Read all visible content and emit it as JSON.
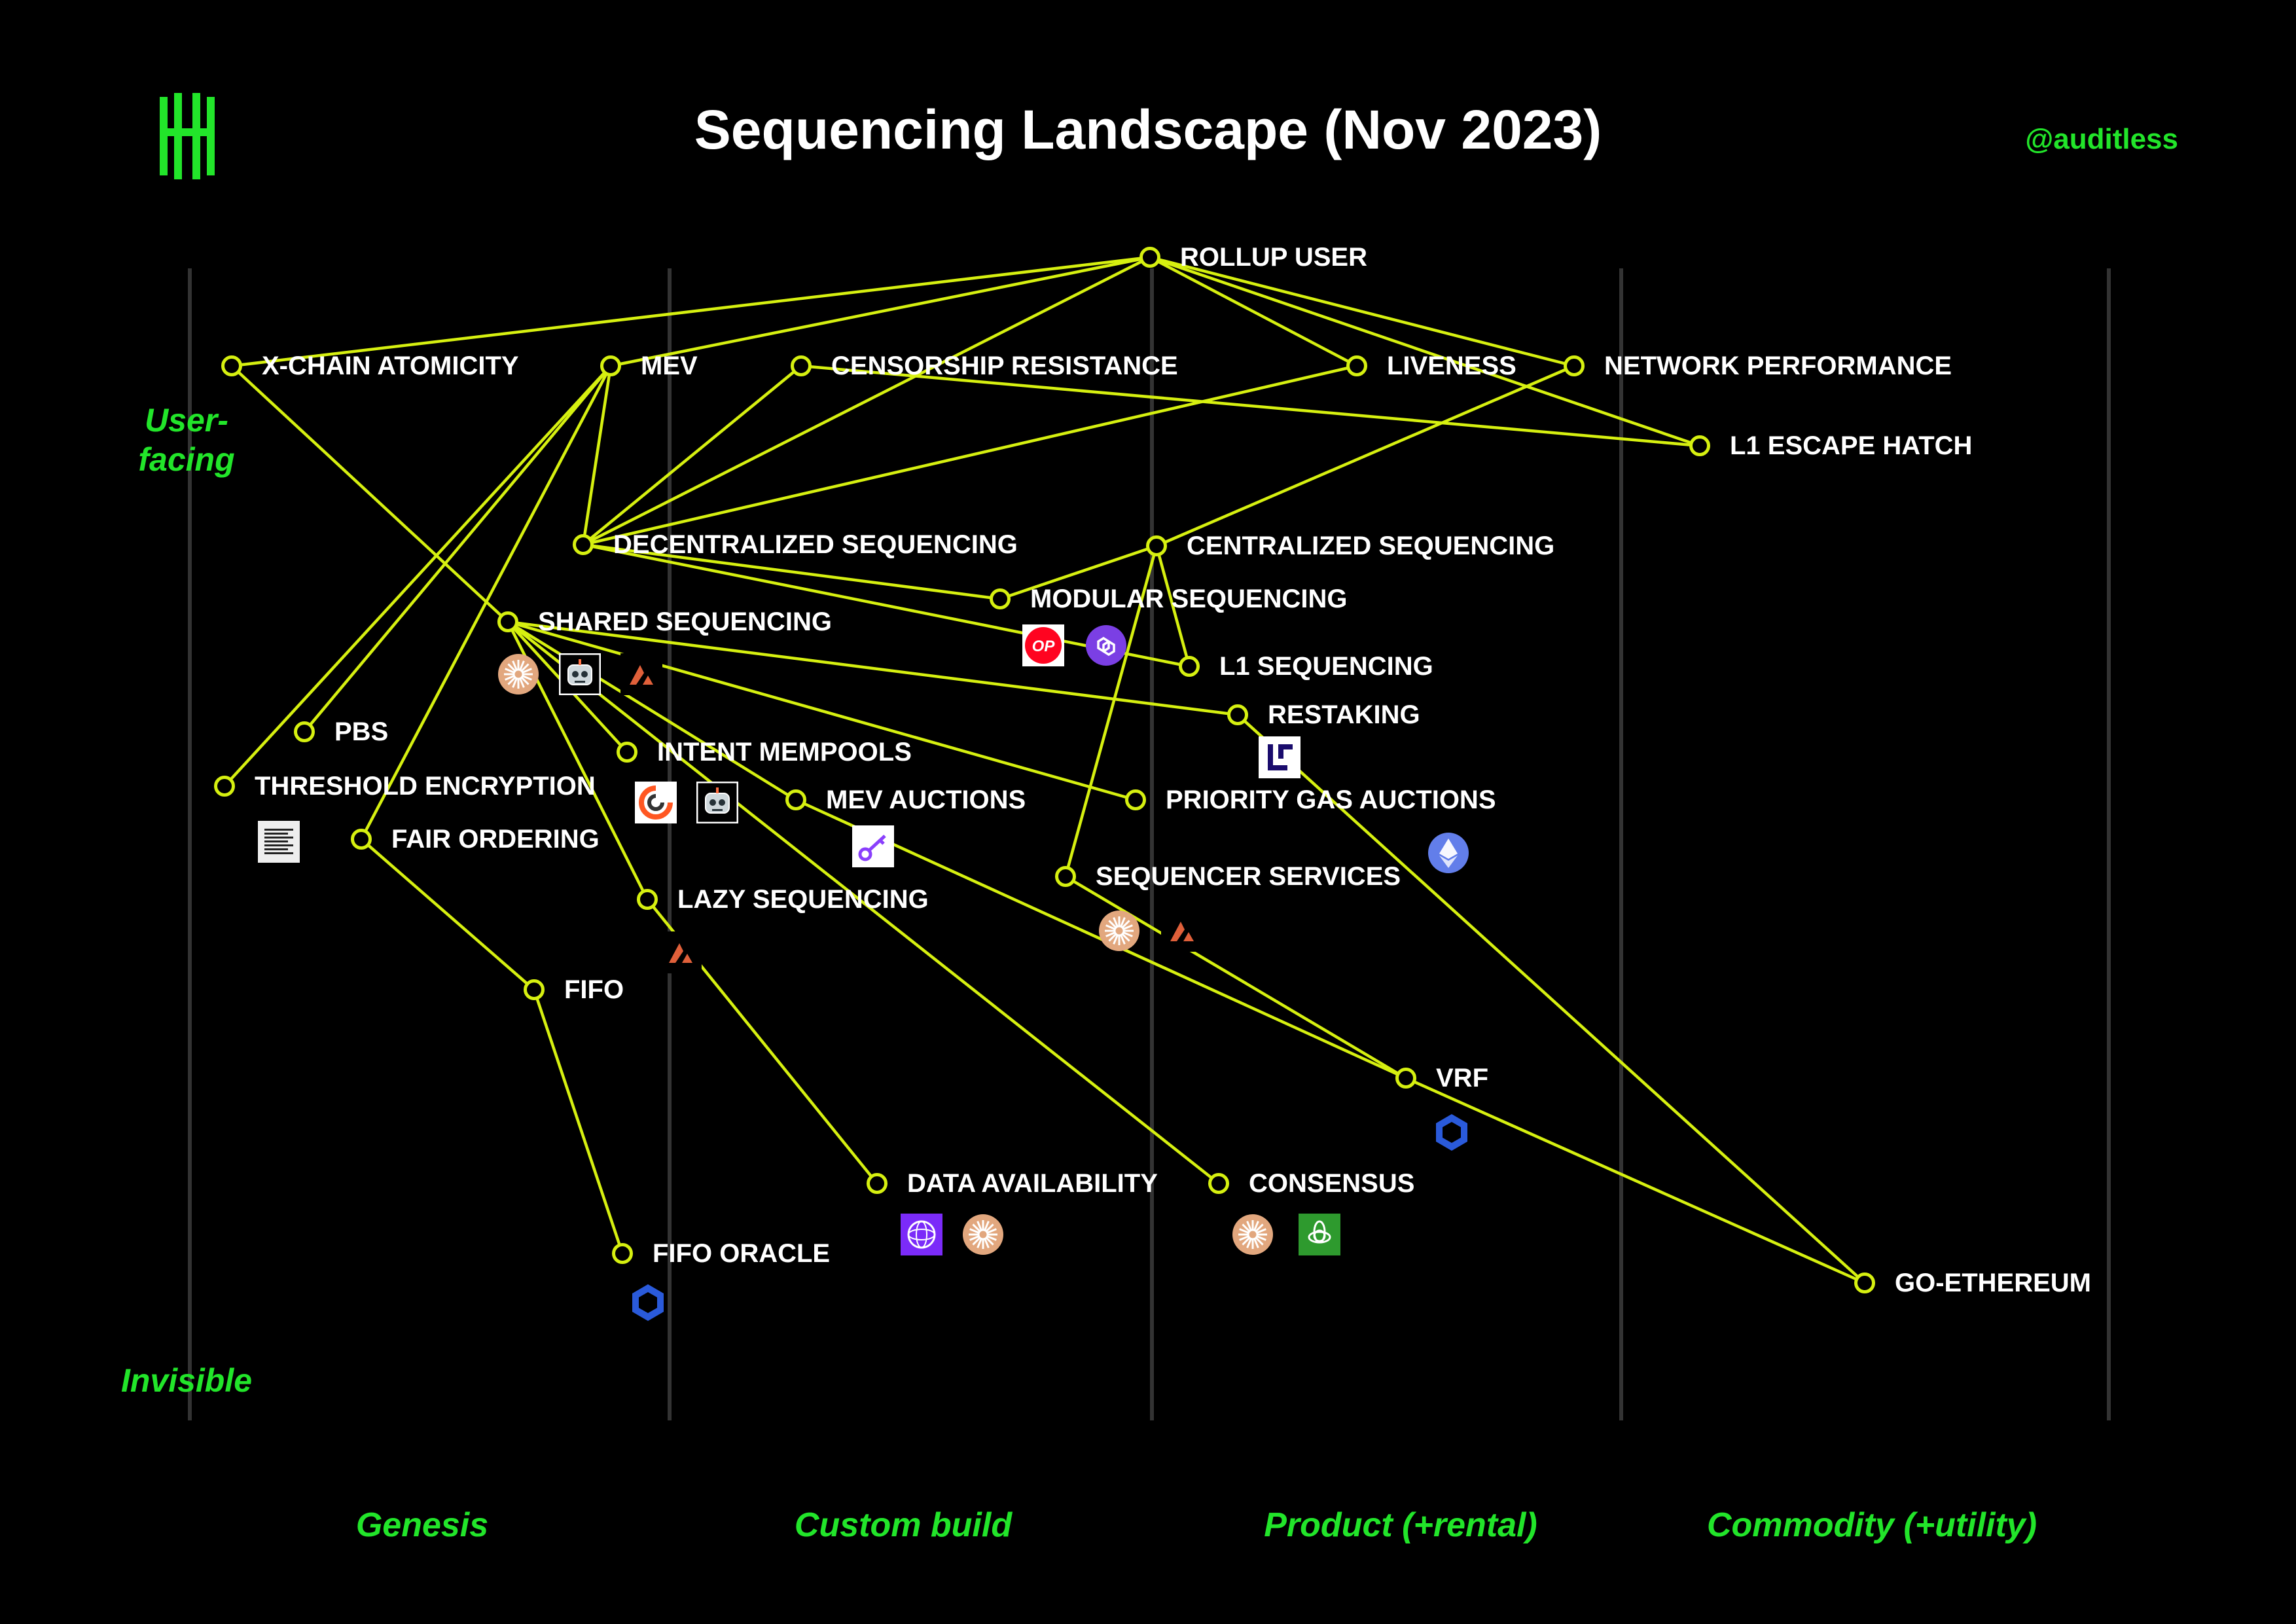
{
  "header": {
    "title": "Sequencing Landscape (Nov 2023)",
    "handle": "@auditless"
  },
  "axes": {
    "top_label": "User-\nfacing",
    "bottom_label": "Invisible",
    "stages": [
      "Genesis",
      "Custom build",
      "Product (+rental)",
      "Commodity (+utility)"
    ]
  },
  "colors": {
    "accent_green": "#22e52a",
    "link_line": "#d6f010",
    "background": "#000000",
    "text": "#ffffff"
  },
  "nodes": [
    {
      "id": "rollup-user",
      "label": "ROLLUP USER"
    },
    {
      "id": "x-chain-atomicity",
      "label": "X-CHAIN ATOMICITY"
    },
    {
      "id": "mev",
      "label": "MEV"
    },
    {
      "id": "censorship-resistance",
      "label": "CENSORSHIP RESISTANCE"
    },
    {
      "id": "liveness",
      "label": "LIVENESS"
    },
    {
      "id": "network-performance",
      "label": "NETWORK PERFORMANCE"
    },
    {
      "id": "l1-escape-hatch",
      "label": "L1 ESCAPE HATCH"
    },
    {
      "id": "decentralized-sequencing",
      "label": "DECENTRALIZED SEQUENCING"
    },
    {
      "id": "centralized-sequencing",
      "label": "CENTRALIZED SEQUENCING"
    },
    {
      "id": "shared-sequencing",
      "label": "SHARED SEQUENCING"
    },
    {
      "id": "modular-sequencing",
      "label": "MODULAR SEQUENCING"
    },
    {
      "id": "l1-sequencing",
      "label": "L1 SEQUENCING"
    },
    {
      "id": "restaking",
      "label": "RESTAKING"
    },
    {
      "id": "pbs",
      "label": "PBS"
    },
    {
      "id": "intent-mempools",
      "label": "INTENT MEMPOOLS"
    },
    {
      "id": "threshold-encryption",
      "label": "THRESHOLD ENCRYPTION"
    },
    {
      "id": "mev-auctions",
      "label": "MEV AUCTIONS"
    },
    {
      "id": "priority-gas-auctions",
      "label": "PRIORITY GAS AUCTIONS"
    },
    {
      "id": "fair-ordering",
      "label": "FAIR ORDERING"
    },
    {
      "id": "sequencer-services",
      "label": "SEQUENCER SERVICES"
    },
    {
      "id": "lazy-sequencing",
      "label": "LAZY SEQUENCING"
    },
    {
      "id": "fifo",
      "label": "FIFO"
    },
    {
      "id": "vrf",
      "label": "VRF"
    },
    {
      "id": "data-availability",
      "label": "DATA AVAILABILITY"
    },
    {
      "id": "consensus",
      "label": "CONSENSUS"
    },
    {
      "id": "fifo-oracle",
      "label": "FIFO ORACLE"
    },
    {
      "id": "go-ethereum",
      "label": "GO-ETHEREUM"
    }
  ],
  "links": [
    [
      "rollup-user",
      "x-chain-atomicity"
    ],
    [
      "rollup-user",
      "mev"
    ],
    [
      "rollup-user",
      "decentralized-sequencing"
    ],
    [
      "rollup-user",
      "liveness"
    ],
    [
      "rollup-user",
      "network-performance"
    ],
    [
      "rollup-user",
      "l1-escape-hatch"
    ],
    [
      "censorship-resistance",
      "decentralized-sequencing"
    ],
    [
      "censorship-resistance",
      "l1-escape-hatch"
    ],
    [
      "liveness",
      "decentralized-sequencing"
    ],
    [
      "network-performance",
      "centralized-sequencing"
    ],
    [
      "x-chain-atomicity",
      "shared-sequencing"
    ],
    [
      "mev",
      "decentralized-sequencing"
    ],
    [
      "mev",
      "pbs"
    ],
    [
      "mev",
      "threshold-encryption"
    ],
    [
      "mev",
      "fair-ordering"
    ],
    [
      "decentralized-sequencing",
      "modular-sequencing"
    ],
    [
      "decentralized-sequencing",
      "l1-sequencing"
    ],
    [
      "centralized-sequencing",
      "modular-sequencing"
    ],
    [
      "centralized-sequencing",
      "l1-sequencing"
    ],
    [
      "centralized-sequencing",
      "sequencer-services"
    ],
    [
      "shared-sequencing",
      "intent-mempools"
    ],
    [
      "shared-sequencing",
      "mev-auctions"
    ],
    [
      "shared-sequencing",
      "priority-gas-auctions"
    ],
    [
      "shared-sequencing",
      "restaking"
    ],
    [
      "shared-sequencing",
      "lazy-sequencing"
    ],
    [
      "shared-sequencing",
      "consensus"
    ],
    [
      "restaking",
      "go-ethereum"
    ],
    [
      "mev-auctions",
      "vrf"
    ],
    [
      "sequencer-services",
      "vrf"
    ],
    [
      "vrf",
      "go-ethereum"
    ],
    [
      "fair-ordering",
      "fifo"
    ],
    [
      "fifo",
      "fifo-oracle"
    ],
    [
      "lazy-sequencing",
      "data-availability"
    ]
  ],
  "badges": [
    {
      "id": "shared-sun",
      "icon": "sun-burst-icon",
      "color": "#e2a77e"
    },
    {
      "id": "shared-robot",
      "icon": "robot-icon",
      "color": "#ffffff"
    },
    {
      "id": "shared-astria",
      "icon": "astria-icon",
      "color": "#e0603a"
    },
    {
      "id": "modular-op",
      "icon": "op-icon",
      "text": "OP",
      "color": "#ff0420"
    },
    {
      "id": "modular-polygon",
      "icon": "polygon-icon",
      "color": "#7b3fe4"
    },
    {
      "id": "restaking-eigen",
      "icon": "eigenlayer-icon",
      "color": "#1a0c6d"
    },
    {
      "id": "threshold-doc",
      "icon": "document-icon",
      "color": "#dddddd"
    },
    {
      "id": "intent-anoma",
      "icon": "anoma-icon",
      "color": "#ff5722"
    },
    {
      "id": "intent-robot",
      "icon": "robot-icon",
      "color": "#ffffff"
    },
    {
      "id": "mev-key",
      "icon": "key-icon",
      "color": "#8a3ffc"
    },
    {
      "id": "pga-eth",
      "icon": "ethereum-icon",
      "color": "#627eea"
    },
    {
      "id": "seqsvc-sun",
      "icon": "sun-burst-icon",
      "color": "#e2a77e"
    },
    {
      "id": "seqsvc-astria",
      "icon": "astria-icon",
      "color": "#e0603a"
    },
    {
      "id": "lazy-astria",
      "icon": "astria-icon",
      "color": "#e0603a"
    },
    {
      "id": "vrf-chainlink",
      "icon": "chainlink-icon",
      "color": "#2a5ada"
    },
    {
      "id": "da-celestia",
      "icon": "celestia-icon",
      "color": "#7b2bf9"
    },
    {
      "id": "da-sun",
      "icon": "sun-burst-icon",
      "color": "#e2a77e"
    },
    {
      "id": "consensus-sun",
      "icon": "sun-burst-icon",
      "color": "#e2a77e"
    },
    {
      "id": "consensus-tendermint",
      "icon": "tendermint-icon",
      "color": "#2e9a2e"
    },
    {
      "id": "fifo-oracle-chainlink",
      "icon": "chainlink-icon",
      "color": "#2a5ada"
    }
  ]
}
